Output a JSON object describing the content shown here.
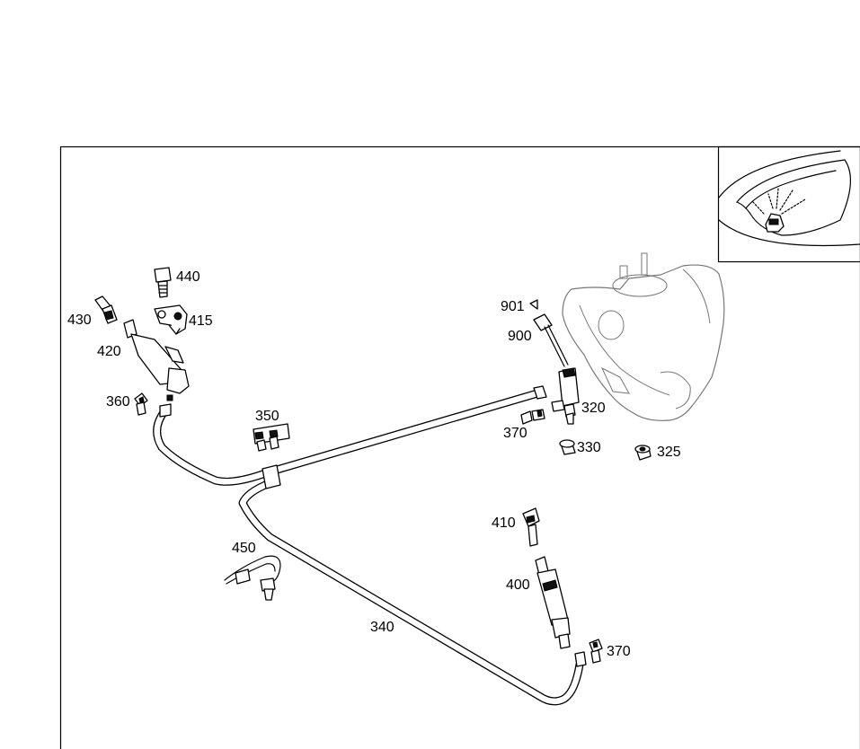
{
  "labels": {
    "l440": "440",
    "l430": "430",
    "l415": "415",
    "l420": "420",
    "l360": "360",
    "l350": "350",
    "l901": "901",
    "l900": "900",
    "l320": "320",
    "l370a": "370",
    "l330": "330",
    "l325": "325",
    "l410": "410",
    "l400": "400",
    "l450": "450",
    "l340": "340",
    "l370b": "370"
  }
}
